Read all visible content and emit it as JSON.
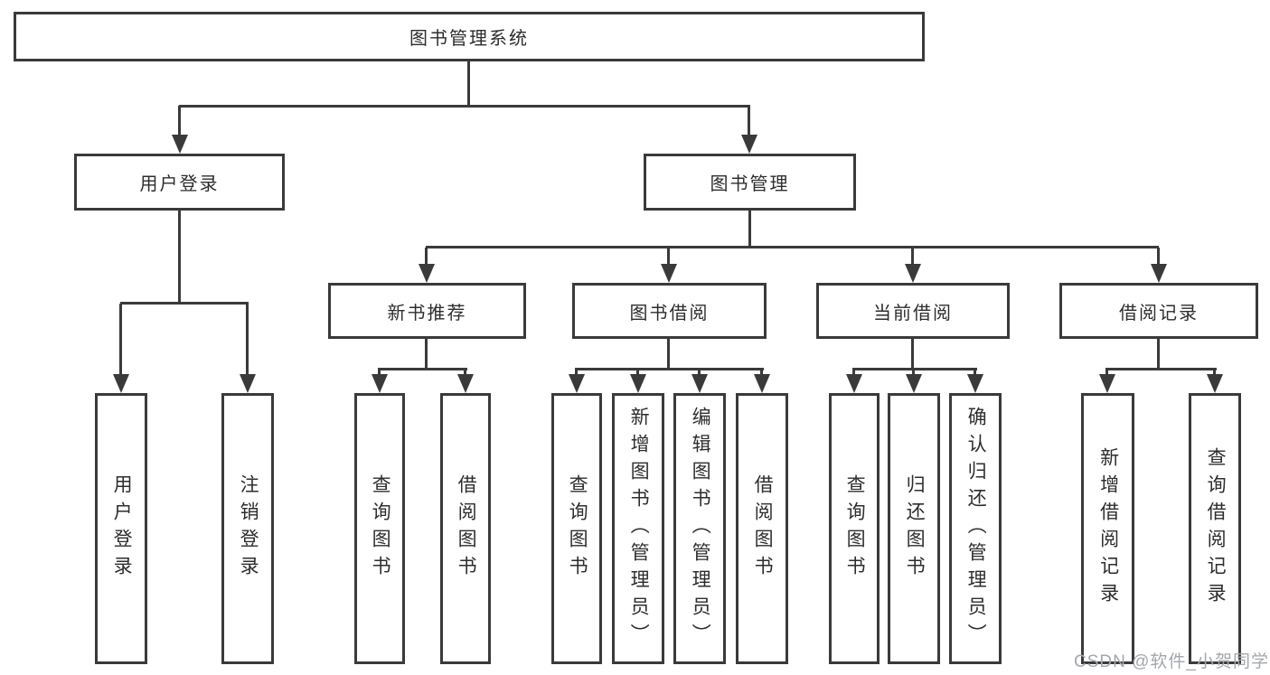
{
  "diagram": {
    "title": "图书管理系统",
    "watermark": "CSDN @软件_小贺同学",
    "colors": {
      "line": "#3a3a3a",
      "text": "#2d2d2d",
      "background": "#ffffff",
      "watermark": "#a3a7ad"
    },
    "level2": {
      "user_login": "用户登录",
      "book_management": "图书管理"
    },
    "level3": {
      "new_book_recommend": "新书推荐",
      "book_borrowing": "图书借阅",
      "current_borrowing": "当前借阅",
      "borrowing_records": "借阅记录"
    },
    "leaves": {
      "user_login": "用户登录",
      "logout": "注销登录",
      "recommend_query_books": "查询图书",
      "recommend_borrow_books": "借阅图书",
      "borrowing_query_books": "查询图书",
      "borrowing_add_books_admin": "新增图书（管理员）",
      "borrowing_edit_books_admin": "编辑图书（管理员）",
      "borrowing_borrow_books": "借阅图书",
      "current_query_books": "查询图书",
      "current_return_books": "归还图书",
      "current_confirm_return_admin": "确认归还（管理员）",
      "records_add_record": "新增借阅记录",
      "records_query_record": "查询借阅记录"
    }
  }
}
